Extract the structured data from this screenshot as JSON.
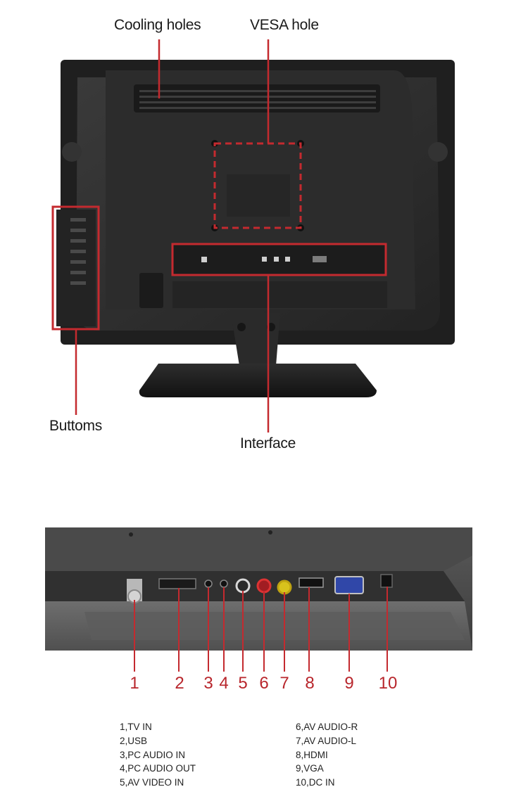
{
  "callouts": {
    "cooling_holes": "Cooling holes",
    "vesa_hole": "VESA hole",
    "buttoms": "Buttoms",
    "interface": "Interface"
  },
  "port_numbers": [
    "1",
    "2",
    "3",
    "4",
    "5",
    "6",
    "7",
    "8",
    "9",
    "10"
  ],
  "legend_left": [
    "1,TV IN",
    "2,USB",
    "3,PC AUDIO IN",
    "4,PC AUDIO OUT",
    "5,AV VIDEO IN"
  ],
  "legend_right": [
    "6,AV AUDIO-R",
    "7,AV AUDIO-L",
    "8,HDMI",
    "9,VGA",
    "10,DC IN"
  ],
  "colors": {
    "callout_red": "#c42a2f",
    "number_red": "#b8262c",
    "tv_body": "#2b2b2b"
  }
}
